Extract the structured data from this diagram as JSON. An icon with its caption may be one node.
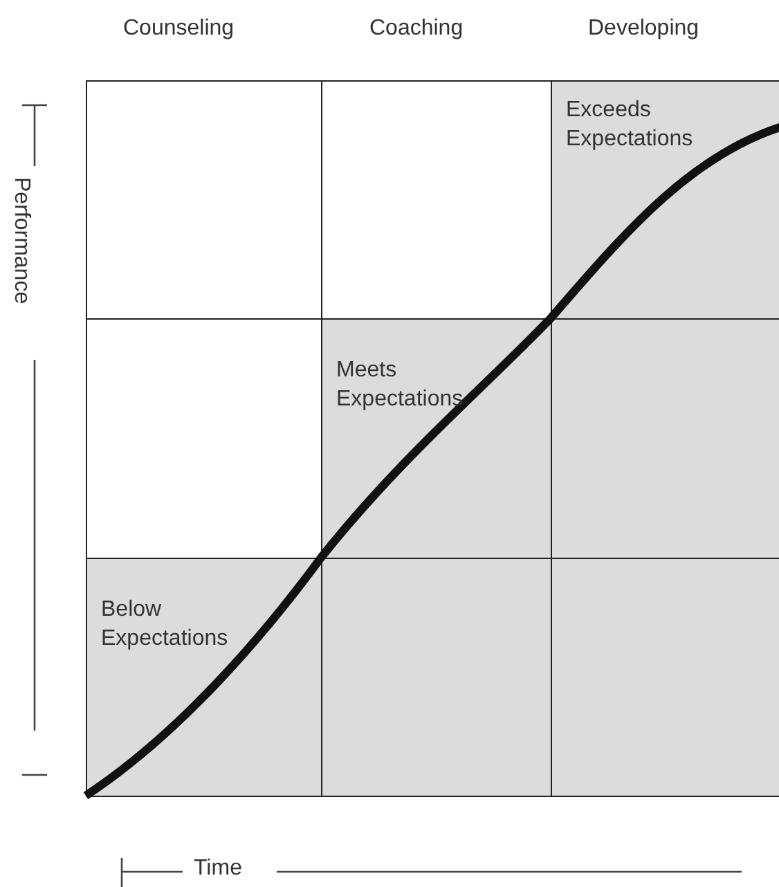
{
  "diagram": {
    "nodes": [
      {
        "text": [],
        "shape": "box"
      },
      {
        "text": [],
        "shape": "box"
      },
      {
        "text": [
          "Exceeds Expectations"
        ]
      },
      {
        "text": [],
        "shape": "box"
      },
      {
        "text": [
          "Meets Expectations"
        ]
      },
      {
        "text": [],
        "shape": "box"
      },
      {
        "text": [
          "Below Expectations"
        ]
      },
      {
        "text": [],
        "shape": "box"
      },
      {
        "text": [],
        "shape": "box"
      }
    ],
    "edges": [],
    "labels": [
      "Counseling",
      "Coaching",
      "Developing",
      "Performance",
      "Time"
    ]
  }
}
